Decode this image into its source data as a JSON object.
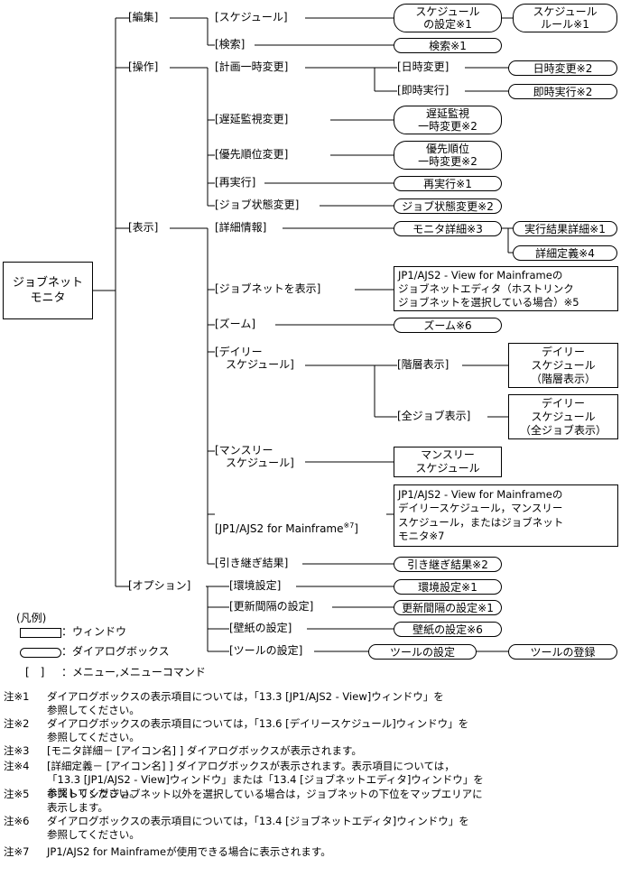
{
  "root": "ジョブネット\nモニタ",
  "menus": {
    "edit": "[編集]",
    "ops": "[操作]",
    "view": "[表示]",
    "options": "[オプション]"
  },
  "items": {
    "schedule": "[スケジュール]",
    "search": "[検索]",
    "plan_change": "[計画一時変更]",
    "date_change": "[日時変更]",
    "immediate": "[即時実行]",
    "delay_watch": "[遅延監視変更]",
    "priority": "[優先順位変更]",
    "rerun": "[再実行]",
    "job_status": "[ジョブ状態変更]",
    "detail": "[詳細情報]",
    "show_jobnet": "[ジョブネットを表示]",
    "zoom": "[ズーム]",
    "daily": "[デイリー\n　スケジュール]",
    "hier": "[階層表示]",
    "all_jobs": "[全ジョブ表示]",
    "monthly": "[マンスリー\n　スケジュール]",
    "mainframe": "[JP1/AJS2 for Mainframe",
    "mainframe_note": "※7",
    "mainframe_end": "]",
    "handover": "[引き継ぎ結果]",
    "env": "[環境設定]",
    "interval": "[更新間隔の設定]",
    "wallpaper": "[壁紙の設定]",
    "tools": "[ツールの設定]"
  },
  "dialogs": {
    "schedule_setting": "スケジュール\nの設定※1",
    "schedule_rule": "スケジュール\nルール※1",
    "search": "検索※1",
    "date_change": "日時変更※2",
    "immediate": "即時実行※2",
    "delay": "遅延監視\n一時変更※2",
    "priority": "優先順位\n一時変更※2",
    "rerun": "再実行※1",
    "job_status": "ジョブ状態変更※2",
    "monitor_detail": "モニタ詳細※3",
    "exec_result": "実行結果詳細※1",
    "detail_def": "詳細定義※4",
    "zoom": "ズーム※6",
    "handover": "引き継ぎ結果※2",
    "env": "環境設定※1",
    "interval": "更新間隔の設定※1",
    "wallpaper": "壁紙の設定※6",
    "tools": "ツールの設定",
    "tool_reg": "ツールの登録"
  },
  "windows": {
    "jobnet_editor": "JP1/AJS2 - View for Mainframeの\nジョブネットエディタ（ホストリンク\nジョブネットを選択している場合）※5",
    "daily_hier": "デイリー\nスケジュール\n（階層表示）",
    "daily_all": "デイリー\nスケジュール\n（全ジョブ表示）",
    "monthly": "マンスリー\nスケジュール",
    "mainframe": "JP1/AJS2 - View for Mainframeの\nデイリースケジュール，マンスリー\nスケジュール，またはジョブネット\nモニタ※7"
  },
  "legend": {
    "title": "(凡例)",
    "window": "：ウィンドウ",
    "dialog": "：ダイアログボックス",
    "menu_symbol": "[　]",
    "menu": "：メニュー,メニューコマンド"
  },
  "notes": [
    {
      "tag": "注※1",
      "text": "ダイアログボックスの表示項目については，「13.3 [JP1/AJS2 - View]ウィンドウ」を",
      "cont": "参照してください。"
    },
    {
      "tag": "注※2",
      "text": "ダイアログボックスの表示項目については，「13.6 [デイリースケジュール]ウィンドウ」を",
      "cont": "参照してください。"
    },
    {
      "tag": "注※3",
      "text": "[モニタ詳細－ [アイコン名] ] ダイアログボックスが表示されます。",
      "cont": ""
    },
    {
      "tag": "注※4",
      "text": "[詳細定義－ [アイコン名] ] ダイアログボックスが表示されます。表示項目については，",
      "cont": "「13.3 [JP1/AJS2 - View]ウィンドウ」または「13.4 [ジョブネットエディタ]ウィンドウ」を\n参照してください。"
    },
    {
      "tag": "注※5",
      "text": "ホストリンクジョブネット以外を選択している場合は，ジョブネットの下位をマップエリアに",
      "cont": "表示します。"
    },
    {
      "tag": "注※6",
      "text": "ダイアログボックスの表示項目については，「13.4 [ジョブネットエディタ]ウィンドウ」を",
      "cont": "参照してください。"
    },
    {
      "tag": "注※7",
      "text": "JP1/AJS2 for Mainframeが使用できる場合に表示されます。",
      "cont": ""
    }
  ]
}
